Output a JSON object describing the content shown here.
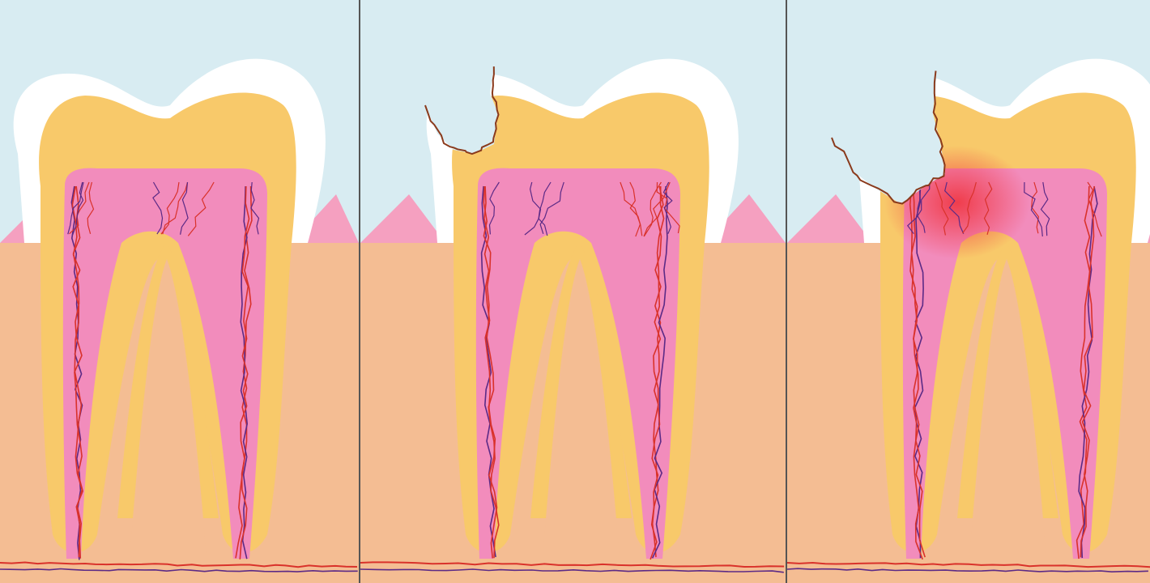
{
  "diagram": {
    "panels": [
      {
        "stage": "healthy",
        "cavity": "none"
      },
      {
        "stage": "enamel-caries",
        "cavity": "shallow"
      },
      {
        "stage": "deep-caries",
        "cavity": "deep",
        "inflammation": true
      }
    ],
    "colors": {
      "sky": "#d8ecf2",
      "gum": "#f4bd93",
      "gum_pink": "#f5a0c0",
      "enamel": "#ffffff",
      "dentin": "#f8c96a",
      "pulp": "#f28cbc",
      "vessel_red": "#d9322b",
      "vessel_blue": "#5b2a86",
      "decay_edge": "#8a3a1c",
      "inflammation": "#f0343f"
    }
  }
}
